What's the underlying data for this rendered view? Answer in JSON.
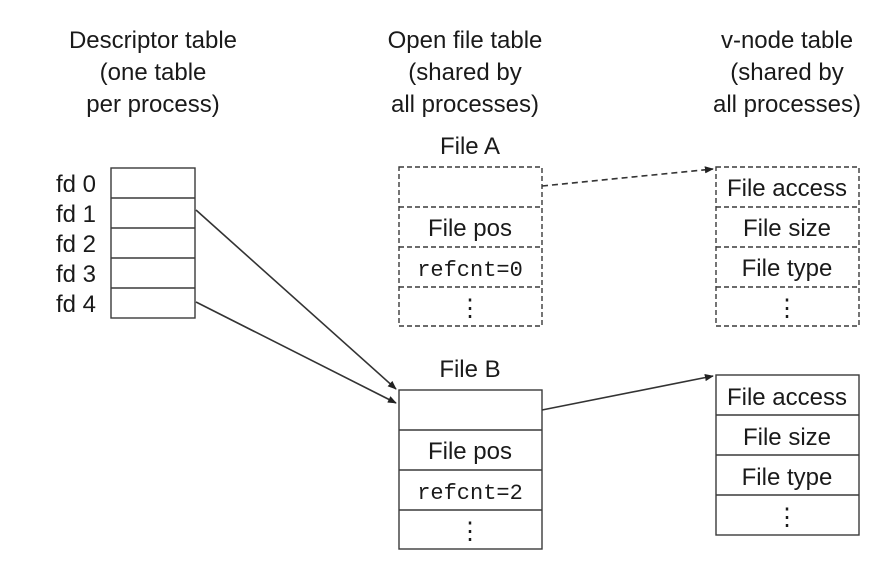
{
  "headers": {
    "descriptor": [
      "Descriptor table",
      "(one table",
      "per process)"
    ],
    "open_file": [
      "Open file table",
      "(shared by",
      "all processes)"
    ],
    "vnode": [
      "v-node table",
      "(shared by",
      "all processes)"
    ]
  },
  "descriptor_table": {
    "rows": [
      "fd 0",
      "fd 1",
      "fd 2",
      "fd 3",
      "fd 4"
    ]
  },
  "file_a": {
    "title": "File A",
    "pos": "File pos",
    "refcnt": "refcnt=0",
    "ellipsis": "⋮"
  },
  "file_b": {
    "title": "File B",
    "pos": "File pos",
    "refcnt": "refcnt=2",
    "ellipsis": "⋮"
  },
  "vnode_a": {
    "access": "File access",
    "size": "File size",
    "type": "File type",
    "ellipsis": "⋮"
  },
  "vnode_b": {
    "access": "File access",
    "size": "File size",
    "type": "File type",
    "ellipsis": "⋮"
  }
}
